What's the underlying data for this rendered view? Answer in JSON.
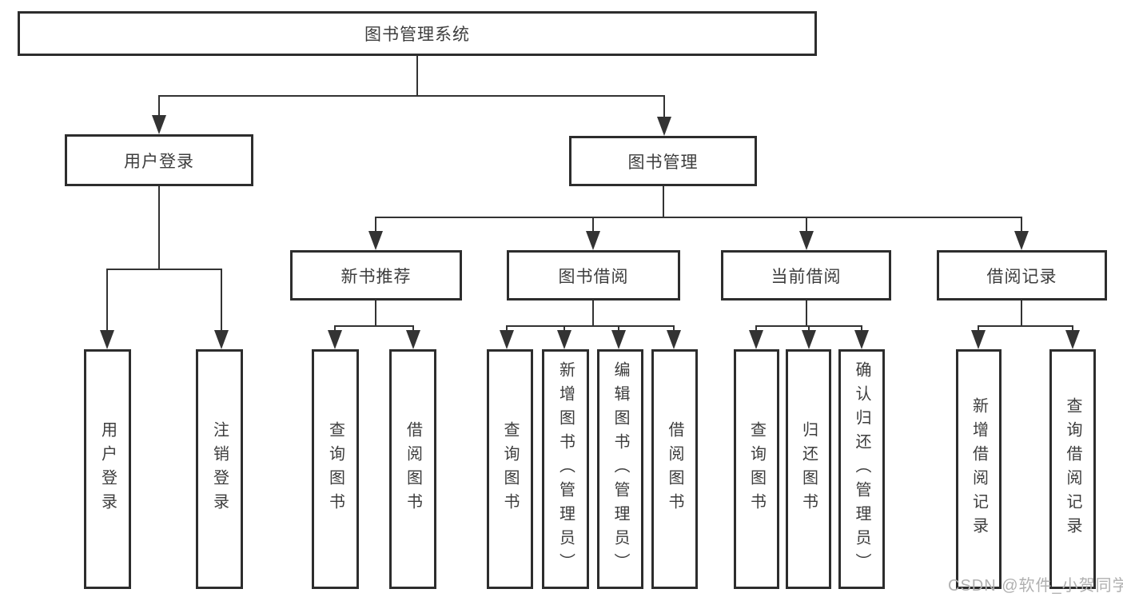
{
  "diagram": {
    "type": "hierarchy-tree",
    "root": {
      "label": "图书管理系统",
      "children": [
        {
          "label": "用户登录",
          "children": [
            {
              "label": "用户登录"
            },
            {
              "label": "注销登录"
            }
          ]
        },
        {
          "label": "图书管理",
          "children": [
            {
              "label": "新书推荐",
              "children": [
                {
                  "label": "查询图书"
                },
                {
                  "label": "借阅图书"
                }
              ]
            },
            {
              "label": "图书借阅",
              "children": [
                {
                  "label": "查询图书"
                },
                {
                  "label": "新增图书（管理员）"
                },
                {
                  "label": "编辑图书（管理员）"
                },
                {
                  "label": "借阅图书"
                }
              ]
            },
            {
              "label": "当前借阅",
              "children": [
                {
                  "label": "查询图书"
                },
                {
                  "label": "归还图书"
                },
                {
                  "label": "确认归还（管理员）"
                }
              ]
            },
            {
              "label": "借阅记录",
              "children": [
                {
                  "label": "新增借阅记录"
                },
                {
                  "label": "查询借阅记录"
                }
              ]
            }
          ]
        }
      ]
    },
    "watermark": "CSDN @软件_小贺同学",
    "colors": {
      "line": "#333333",
      "text": "#3d3d3d",
      "watermark": "#b0b0b0",
      "background": "#ffffff"
    }
  }
}
